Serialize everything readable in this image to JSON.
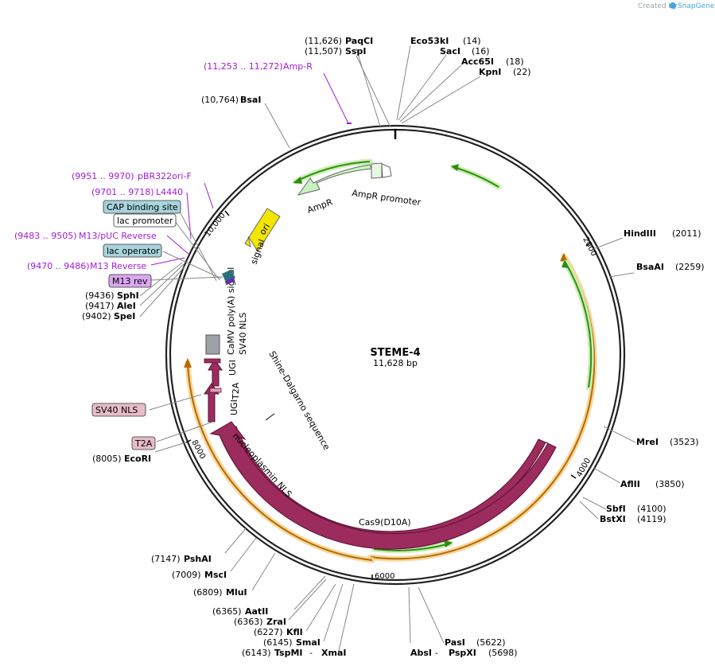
{
  "header": {
    "credit": "Created by",
    "brand": "SnapGene"
  },
  "plasmid": {
    "name": "STEME-4",
    "length_label": "11,628 bp",
    "length": 11628
  },
  "ticks": [
    "2000",
    "4000",
    "6000",
    "8000",
    "10,000"
  ],
  "enzymes_top": [
    {
      "pos": "(11,626)",
      "name": "PaqCI"
    },
    {
      "pos": "(11,507)",
      "name": "SspI"
    },
    {
      "pos": "(10,764)",
      "name": "BsaI"
    },
    {
      "name": "Eco53kI",
      "pos": "(14)"
    },
    {
      "name": "SacI",
      "pos": "(16)"
    },
    {
      "name": "Acc65I",
      "pos": "(18)"
    },
    {
      "name": "KpnI",
      "pos": "(22)"
    }
  ],
  "enzymes_right": [
    {
      "name": "HindIII",
      "pos": "(2011)"
    },
    {
      "name": "BsaAI",
      "pos": "(2259)"
    },
    {
      "name": "MreI",
      "pos": "(3523)"
    },
    {
      "name": "AflII",
      "pos": "(3850)"
    },
    {
      "name": "SbfI",
      "pos": "(4100)"
    },
    {
      "name": "BstXI",
      "pos": "(4119)"
    }
  ],
  "enzymes_bottom": [
    {
      "name": "PasI",
      "pos": "(5622)"
    },
    {
      "name": "AbsI",
      "sep": " - ",
      "name2": "PspXI",
      "pos": "(5698)"
    }
  ],
  "enzymes_left": [
    {
      "pos": "(7147)",
      "name": "PshAI"
    },
    {
      "pos": "(7009)",
      "name": "MscI"
    },
    {
      "pos": "(6809)",
      "name": "MluI"
    },
    {
      "pos": "(6365)",
      "name": "AatII"
    },
    {
      "pos": "(6363)",
      "name": "ZraI"
    },
    {
      "pos": "(6227)",
      "name": "KflI"
    },
    {
      "pos": "(6145)",
      "name": "SmaI"
    },
    {
      "pos": "(6143)",
      "name": "TspMI",
      "sep": " - ",
      "name2": "XmaI"
    },
    {
      "pos": "(8005)",
      "name": "EcoRI"
    },
    {
      "pos": "(9436)",
      "name": "SphI"
    },
    {
      "pos": "(9417)",
      "name": "AleI"
    },
    {
      "pos": "(9402)",
      "name": "SpeI"
    }
  ],
  "primers": [
    {
      "pos": "(11,253 .. 11,272)",
      "name": "Amp-R"
    },
    {
      "pos": "(9951 .. 9970)",
      "name": "pBR322ori-F"
    },
    {
      "pos": "(9701 .. 9718)",
      "name": "L4440"
    },
    {
      "pos": "(9483 .. 9505)",
      "name": "M13/pUC Reverse"
    },
    {
      "pos": "(9470 .. 9486)",
      "name": "M13 Reverse"
    }
  ],
  "boxed_features": [
    {
      "name": "CAP binding site",
      "color": "#a8d4dc"
    },
    {
      "name": "lac promoter",
      "color": "#ffffff"
    },
    {
      "name": "lac operator",
      "color": "#a8d4dc"
    },
    {
      "name": "M13 rev",
      "color": "#d9a8f0"
    },
    {
      "name": "SV40 NLS",
      "color": "#e6bcc8"
    },
    {
      "name": "T2A",
      "color": "#e6bcc8"
    }
  ],
  "features": {
    "ampr": "AmpR",
    "ampr_promoter": "AmpR promoter",
    "ori": "ori",
    "signal": "signal",
    "camv": "CaMV poly(A) signal",
    "sv40_nls": "SV40 NLS",
    "ugi_1": "UGI",
    "t2a": "T2A",
    "ugi_2": "UGI",
    "nucleoplasmin": "nucleoplasmin NLS",
    "shine_dalgarno": "Shine-Dalgarno sequence",
    "cas9": "Cas9(D10A)"
  },
  "colors": {
    "backbone": "#222222",
    "cas9": "#9c2b5e",
    "ampr": "#c8f2c0",
    "ori": "#f2e600",
    "orf_green": "#3a9a1a",
    "orf_orange": "#e8a030",
    "primer": "#a31ad6"
  }
}
